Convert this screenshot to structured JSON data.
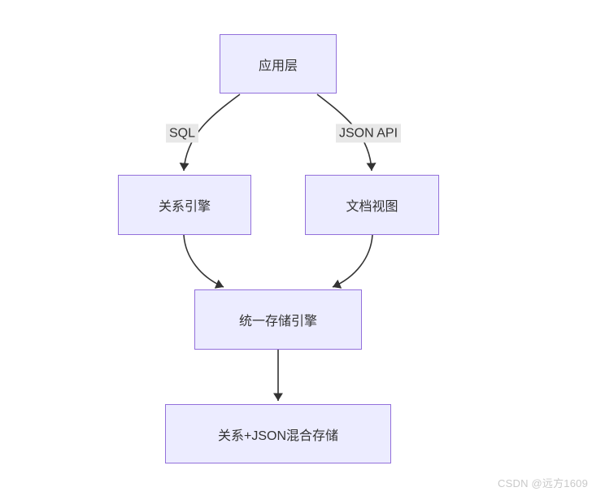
{
  "theme": {
    "node_fill": "#ECECFF",
    "node_border": "#9370DB",
    "edge_color": "#333333",
    "label_bg": "#e8e8e8",
    "text_color": "#333333",
    "watermark_color": "#c9c9c9",
    "canvas_bg": "#ffffff"
  },
  "diagram": {
    "type": "flowchart",
    "nodes": [
      {
        "id": "application-layer",
        "label": "应用层"
      },
      {
        "id": "relational-engine",
        "label": "关系引擎"
      },
      {
        "id": "document-view",
        "label": "文档视图"
      },
      {
        "id": "unified-storage-engine",
        "label": "统一存储引擎"
      },
      {
        "id": "hybrid-storage",
        "label": "关系+JSON混合存储"
      }
    ],
    "edges": [
      {
        "from": "application-layer",
        "to": "relational-engine",
        "label": "SQL"
      },
      {
        "from": "application-layer",
        "to": "document-view",
        "label": "JSON API"
      },
      {
        "from": "relational-engine",
        "to": "unified-storage-engine",
        "label": ""
      },
      {
        "from": "document-view",
        "to": "unified-storage-engine",
        "label": ""
      },
      {
        "from": "unified-storage-engine",
        "to": "hybrid-storage",
        "label": ""
      }
    ],
    "edge_labels": [
      {
        "label": "SQL"
      },
      {
        "label": "JSON API"
      }
    ]
  },
  "watermark": {
    "text": "CSDN @远方1609"
  }
}
